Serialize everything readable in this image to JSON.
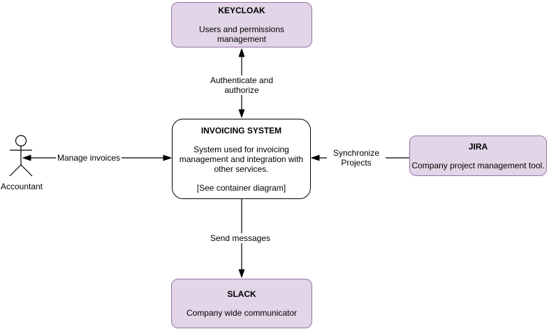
{
  "diagram": {
    "nodes": {
      "keycloak": {
        "title": "KEYCLOAK",
        "description": "Users and permissions management"
      },
      "invoicing": {
        "title": "INVOICING SYSTEM",
        "description": "System used for invoicing management and integration with other services.",
        "note": "[See container diagram]"
      },
      "jira": {
        "title": "JIRA",
        "description": "Company project management tool."
      },
      "slack": {
        "title": "SLACK",
        "description": "Company wide communicator"
      }
    },
    "actor": {
      "label": "Accountant"
    },
    "edges": {
      "authenticate": {
        "label": "Authenticate and authorize",
        "direction": "bidirectional"
      },
      "manage": {
        "label": "Manage invoices",
        "direction": "bidirectional"
      },
      "synchronize": {
        "label": "Synchronize Projects",
        "direction": "jira-to-invoicing"
      },
      "send": {
        "label": "Send messages",
        "direction": "invoicing-to-slack"
      }
    },
    "colors": {
      "external_node_fill": "#E1D5E7",
      "external_node_stroke": "#9673A6",
      "system_node_fill": "#FFFFFF",
      "system_node_stroke": "#000000",
      "edge_color": "#000000",
      "background": "#FFFFFF"
    }
  }
}
